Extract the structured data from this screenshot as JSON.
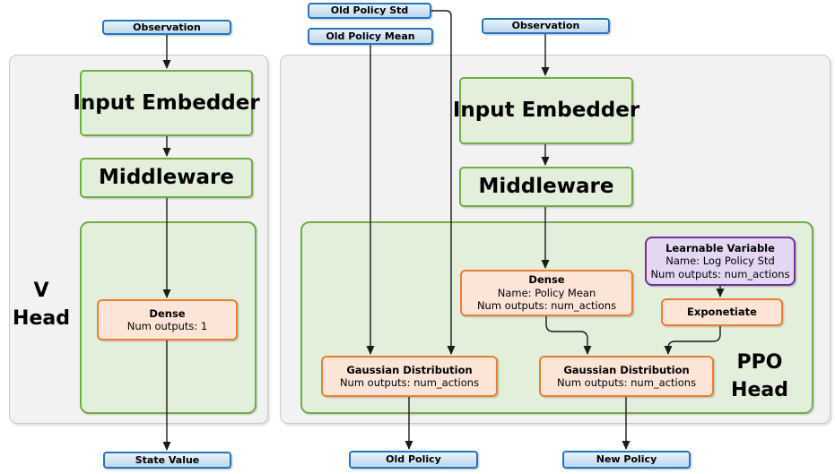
{
  "colors": {
    "blue_border": "#1f76c2",
    "blue_fill": "#bdd7ee",
    "green_border": "#70ad47",
    "green_fill": "#e2efda",
    "orange_border": "#ed7d31",
    "orange_fill": "#fce4d6",
    "purple_border": "#7030a0",
    "purple_fill": "#e3d7f1",
    "panel_fill": "#f2f2f2",
    "panel_border": "#c9c9c9",
    "arrow": "#1a1a1a"
  },
  "v": {
    "head_label_1": "V",
    "head_label_2": "Head",
    "observation": "Observation",
    "input_embedder": "Input Embedder",
    "middleware": "Middleware",
    "dense": {
      "title": "Dense",
      "line2": "Num outputs: 1"
    },
    "output": "State Value"
  },
  "ppo": {
    "head_label_1": "PPO",
    "head_label_2": "Head",
    "old_policy_std": "Old Policy Std",
    "old_policy_mean": "Old Policy Mean",
    "observation": "Observation",
    "input_embedder": "Input Embedder",
    "middleware": "Middleware",
    "dense": {
      "title": "Dense",
      "line2": "Name: Policy Mean",
      "line3": "Num outputs: num_actions"
    },
    "learnable_variable": {
      "title": "Learnable Variable",
      "line2": "Name: Log Policy Std",
      "line3": "Num outputs: num_actions"
    },
    "exponetiate": "Exponetiate",
    "gaussian_old": {
      "title": "Gaussian Distribution",
      "line2": "Num outputs: num_actions"
    },
    "gaussian_new": {
      "title": "Gaussian Distribution",
      "line2": "Num outputs: num_actions"
    },
    "old_policy_output": "Old Policy",
    "new_policy_output": "New Policy"
  }
}
